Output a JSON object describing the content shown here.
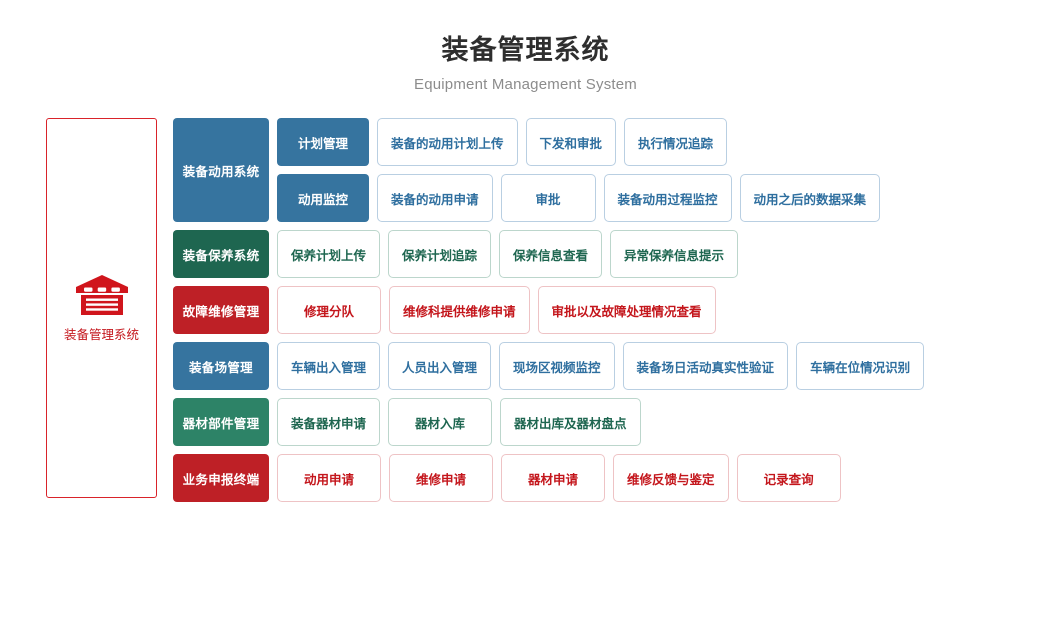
{
  "header": {
    "title": "装备管理系统",
    "subtitle": "Equipment Management System"
  },
  "left_panel": {
    "icon": "warehouse-icon",
    "label": "装备管理系统",
    "border_color": "#d9232a",
    "text_color": "#c4161c"
  },
  "colors": {
    "blue_solid": "#36749f",
    "green_solid": "#1e6650",
    "green2_solid": "#2d8367",
    "red_solid": "#be2026",
    "blue_outline_border": "#b9cfe2",
    "blue_outline_text": "#2f6f9f",
    "green_outline_border": "#bcd6cc",
    "green_outline_text": "#1e6650",
    "red_outline_border": "#eec3c5",
    "red_outline_text": "#c4161c"
  },
  "rows": [
    {
      "category": "装备动用系统",
      "color": "blue",
      "subrows": [
        {
          "subcategory": "计划管理",
          "items": [
            "装备的动用计划上传",
            "下发和审批",
            "执行情况追踪"
          ]
        },
        {
          "subcategory": "动用监控",
          "items": [
            "装备的动用申请",
            "审批",
            "装备动用过程监控",
            "动用之后的数据采集"
          ]
        }
      ]
    },
    {
      "category": "装备保养系统",
      "color": "green",
      "items": [
        "保养计划上传",
        "保养计划追踪",
        "保养信息查看",
        "异常保养信息提示"
      ]
    },
    {
      "category": "故障维修管理",
      "color": "red",
      "items": [
        "修理分队",
        "维修科提供维修申请",
        "审批以及故障处理情况查看"
      ]
    },
    {
      "category": "装备场管理",
      "color": "blue",
      "items": [
        "车辆出入管理",
        "人员出入管理",
        "现场区视频监控",
        "装备场日活动真实性验证",
        "车辆在位情况识别"
      ]
    },
    {
      "category": "器材部件管理",
      "color": "green2",
      "items": [
        "装备器材申请",
        "器材入库",
        "器材出库及器材盘点"
      ]
    },
    {
      "category": "业务申报终端",
      "color": "red",
      "items": [
        "动用申请",
        "维修申请",
        "器材申请",
        "维修反馈与鉴定",
        "记录查询"
      ]
    }
  ]
}
